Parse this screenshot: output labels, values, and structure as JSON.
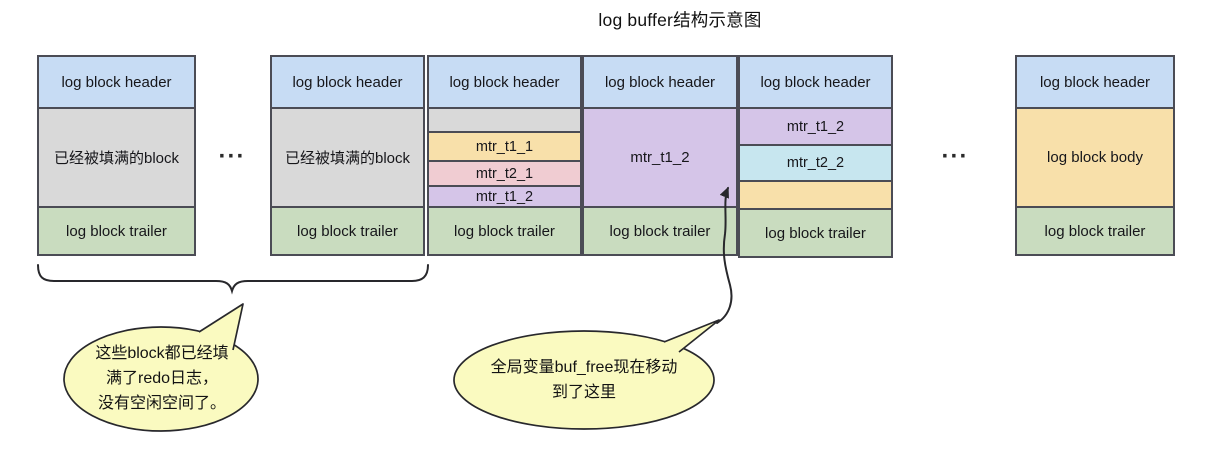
{
  "title": "log buffer结构示意图",
  "labels": {
    "header": "log block header",
    "trailer": "log block trailer",
    "filled_block": "已经被填满的block",
    "body": "log block body",
    "mtr_t1_1": "mtr_t1_1",
    "mtr_t2_1": "mtr_t2_1",
    "mtr_t1_2": "mtr_t1_2",
    "mtr_t2_2": "mtr_t2_2",
    "ellipsis": "···"
  },
  "callouts": {
    "filled": {
      "lines": [
        "这些block都已经填",
        "满了redo日志，",
        "没有空闲空间了。"
      ]
    },
    "buf_free": {
      "lines": [
        "全局变量buf_free现在移动",
        "到了这里"
      ]
    }
  },
  "colors": {
    "header_blue": "#c7dcf4",
    "filled_gray": "#d9d9d9",
    "trailer_green": "#c9dcbf",
    "body_orange": "#f8e0aa",
    "mtr_pink": "#f0ccd2",
    "mtr_purple": "#d5c5e8",
    "mtr_cyan": "#c7e6ef",
    "callout_yellow": "#fafac0",
    "border_dark": "#4b4c55",
    "line_dark": "#28282c"
  }
}
